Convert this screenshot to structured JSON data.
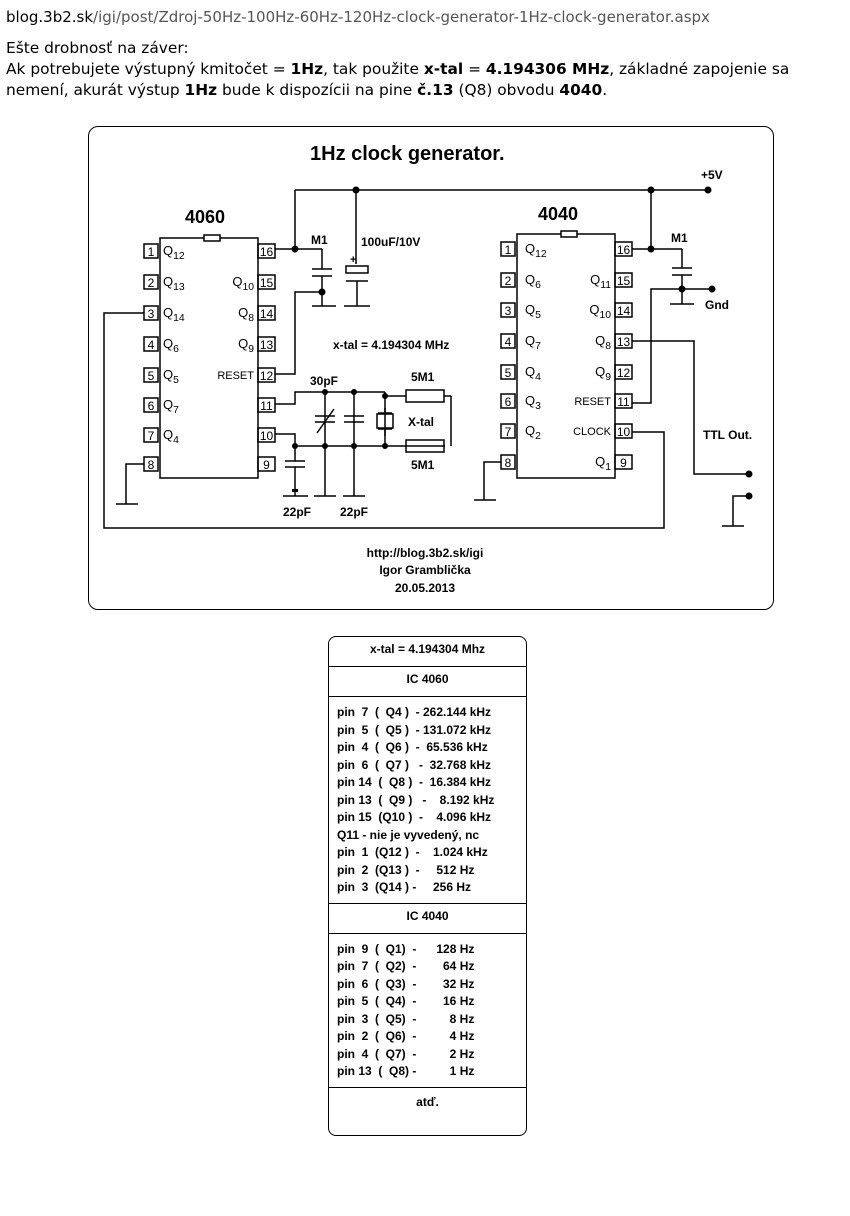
{
  "page": {
    "url_host": "blog.3b2.sk",
    "url_path": "/igi/post/Zdroj-50Hz-100Hz-60Hz-120Hz-clock-generator-1Hz-clock-generator.aspx",
    "intro_line1": "Ešte drobnosť na záver:",
    "intro_parts": [
      "Ak potrebujete výstupný kmitočet = ",
      "1Hz",
      ", tak použite ",
      "x-tal",
      " = ",
      "4.194306 MHz",
      ", základné zapojenie sa nemení, akurát výstup ",
      "1Hz",
      " bude k dispozícii na pine ",
      "č.13",
      " (Q8) obvodu ",
      "4040",
      "."
    ]
  },
  "diagram": {
    "title": "1Hz clock generator.",
    "ic1_name": "4060",
    "ic2_name": "4040",
    "supply_label": "+5V",
    "gnd_label": "Gnd",
    "cap_m1_label": "M1",
    "cap_m1b_label": "M1",
    "elcap_label": "100uF/10V",
    "crystal_note": "x-tal = 4.194304 MHz",
    "trim_cap_label": "30pF",
    "res1_label": "5M1",
    "res2_label": "5M1",
    "xtal_label": "X-tal",
    "cap22a_label": "22pF",
    "cap22b_label": "22pF",
    "ttl_label": "TTL Out.",
    "credit_url": "http://blog.3b2.sk/igi",
    "credit_author": "Igor Gramblička",
    "credit_date": "20.05.2013",
    "ic1_left_pins": [
      {
        "num": "1",
        "sig": "Q",
        "sub": "12"
      },
      {
        "num": "2",
        "sig": "Q",
        "sub": "13"
      },
      {
        "num": "3",
        "sig": "Q",
        "sub": "14"
      },
      {
        "num": "4",
        "sig": "Q",
        "sub": "6"
      },
      {
        "num": "5",
        "sig": "Q",
        "sub": "5"
      },
      {
        "num": "6",
        "sig": "Q",
        "sub": "7"
      },
      {
        "num": "7",
        "sig": "Q",
        "sub": "4"
      },
      {
        "num": "8",
        "sig": "",
        "sub": ""
      }
    ],
    "ic1_right_pins": [
      {
        "num": "16",
        "sig": "",
        "sub": ""
      },
      {
        "num": "15",
        "sig": "Q",
        "sub": "10"
      },
      {
        "num": "14",
        "sig": "Q",
        "sub": "8"
      },
      {
        "num": "13",
        "sig": "Q",
        "sub": "9"
      },
      {
        "num": "12",
        "sig": "RESET",
        "sub": ""
      },
      {
        "num": "11",
        "sig": "",
        "sub": ""
      },
      {
        "num": "10",
        "sig": "",
        "sub": ""
      },
      {
        "num": "9",
        "sig": "",
        "sub": ""
      }
    ],
    "ic2_left_pins": [
      {
        "num": "1",
        "sig": "Q",
        "sub": "12"
      },
      {
        "num": "2",
        "sig": "Q",
        "sub": "6"
      },
      {
        "num": "3",
        "sig": "Q",
        "sub": "5"
      },
      {
        "num": "4",
        "sig": "Q",
        "sub": "7"
      },
      {
        "num": "5",
        "sig": "Q",
        "sub": "4"
      },
      {
        "num": "6",
        "sig": "Q",
        "sub": "3"
      },
      {
        "num": "7",
        "sig": "Q",
        "sub": "2"
      },
      {
        "num": "8",
        "sig": "",
        "sub": ""
      }
    ],
    "ic2_right_pins": [
      {
        "num": "16",
        "sig": "",
        "sub": ""
      },
      {
        "num": "15",
        "sig": "Q",
        "sub": "11"
      },
      {
        "num": "14",
        "sig": "Q",
        "sub": "10"
      },
      {
        "num": "13",
        "sig": "Q",
        "sub": "8"
      },
      {
        "num": "12",
        "sig": "Q",
        "sub": "9"
      },
      {
        "num": "11",
        "sig": "RESET",
        "sub": ""
      },
      {
        "num": "10",
        "sig": "CLOCK",
        "sub": ""
      },
      {
        "num": "9",
        "sig": "Q",
        "sub": "1"
      }
    ]
  },
  "freq_table": {
    "header": "x-tal = 4.194304 Mhz",
    "ic4060_title": "IC   4060",
    "ic4060_rows": [
      "pin  7  (  Q4 )  - 262.144 kHz",
      "pin  5  (  Q5 )  - 131.072 kHz",
      "pin  4  (  Q6 )  -  65.536 kHz",
      "pin  6  (  Q7 )   -  32.768 kHz",
      "pin 14  (  Q8 )  -  16.384 kHz",
      "pin 13  (  Q9 )   -    8.192 kHz",
      "pin 15  (Q10 )  -    4.096 kHz",
      "Q11 - nie je vyvedený, nc",
      "pin  1  (Q12 )  -    1.024 kHz",
      "pin  2  (Q13 )  -     512 Hz",
      "pin  3  (Q14 ) -     256 Hz"
    ],
    "ic4040_title": "IC   4040",
    "ic4040_rows": [
      "pin  9  (  Q1)  -      128 Hz",
      "pin  7  (  Q2)  -        64 Hz",
      "pin  6  (  Q3)  -        32 Hz",
      "pin  5  (  Q4)  -        16 Hz",
      "pin  3  (  Q5)  -          8 Hz",
      "pin  2  (  Q6)  -          4 Hz",
      "pin  4  (  Q7)  -          2 Hz",
      "pin 13  (  Q8) -          1 Hz"
    ],
    "footer": "atď."
  }
}
